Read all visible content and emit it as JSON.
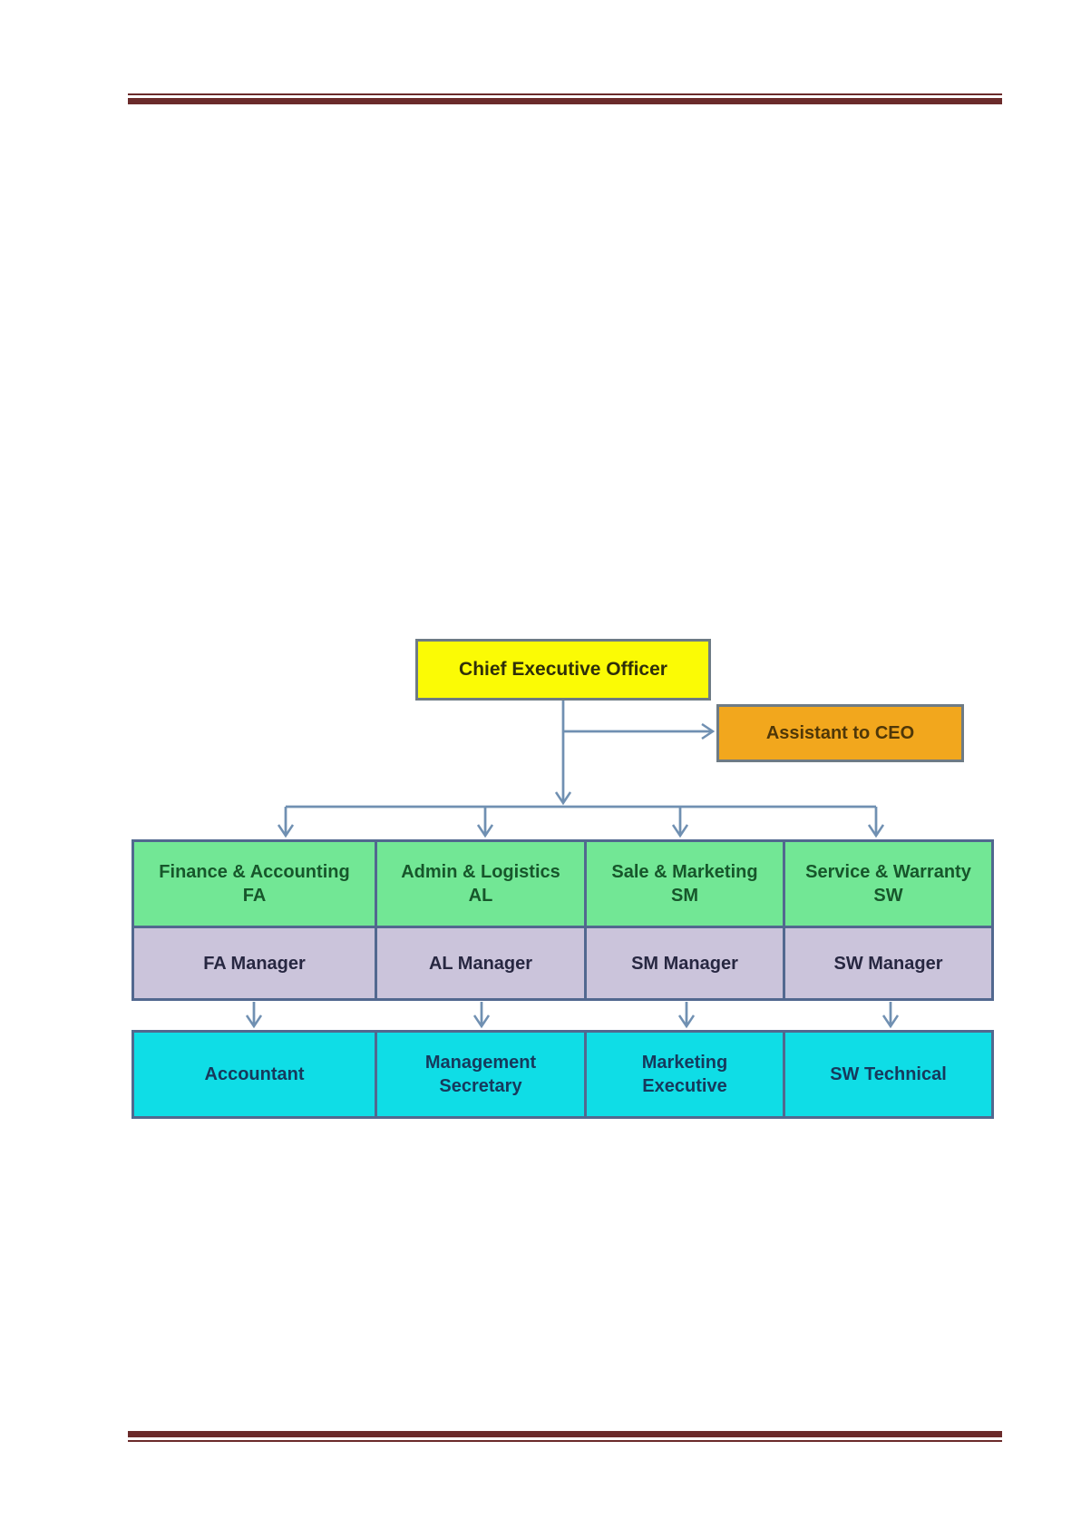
{
  "theme": {
    "rule-color": "#6B2B2B",
    "ceo-fill": "#FBFB05",
    "ceo-text": "#2F2F0A",
    "assistant-fill": "#F2A71D",
    "assistant-text": "#4F3708",
    "department-fill": "#72E795",
    "department-text": "#17562B",
    "manager-fill": "#CBC4DB",
    "manager-text": "#272741",
    "staff-fill": "#0FDDE6",
    "staff-text": "#16395C",
    "connector": "#7090B2",
    "table-border": "#52688F",
    "box-border": "#6E7B85"
  },
  "org_chart": {
    "ceo": "Chief Executive Officer",
    "assistant": "Assistant to CEO",
    "departments": [
      {
        "name": "Finance & Accounting",
        "abbr": "FA",
        "manager": "FA Manager",
        "staff": "Accountant"
      },
      {
        "name": "Admin & Logistics",
        "abbr": "AL",
        "manager": "AL Manager",
        "staff": "Management Secretary"
      },
      {
        "name": "Sale & Marketing",
        "abbr": "SM",
        "manager": "SM Manager",
        "staff": "Marketing Executive"
      },
      {
        "name": "Service & Warranty",
        "abbr": "SW",
        "manager": "SW Manager",
        "staff": "SW Technical"
      }
    ]
  }
}
